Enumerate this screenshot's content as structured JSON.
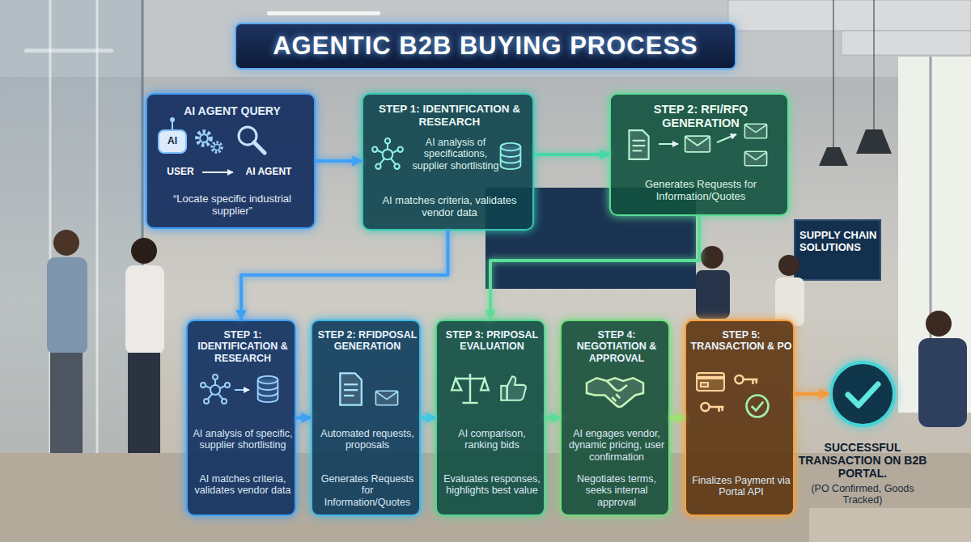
{
  "diagram": {
    "title": "AGENTIC B2B BUYING PROCESS",
    "nodes": [
      {
        "text": [
          "AI AGENT QUERY",
          "“Locate specific industrial supplier”"
        ]
      },
      {
        "text": [
          "STEP 1: IDENTIFICATION & RESEARCH",
          "AI analysis of specifications, supplier shortlisting",
          "AI matches criteria, validates vendor data"
        ]
      },
      {
        "text": [
          "STEP 2: RFI/RFQ GENERATION",
          "Generates Requests for Information/Quotes"
        ]
      },
      {
        "text": [
          "STEP 1: IDENTIFICATION & RESEARCH",
          "AI analysis of specific, supplier shortlisting",
          "AI matches criteria, validates vendor data"
        ]
      },
      {
        "text": [
          "STEP 2: RFIDPOSAL GENERATION",
          "Automated requests, proposals",
          "Generates Requests for Information/Quotes"
        ]
      },
      {
        "text": [
          "STEP 3: PRIPOSAL EVALUATION",
          "AI comparison, ranking bids",
          "Evaluates responses, highlights best value"
        ]
      },
      {
        "text": [
          "STEP 4: NEGOTIATION & APPROVAL",
          "AI engages vendor, dynamic pricing, user confirmation",
          "Negotiates terms, seeks internal approval"
        ]
      },
      {
        "text": [
          "STEP 5: TRANSACTION & PO",
          "Finalizes Payment via Portal API"
        ]
      },
      {
        "text": [
          "SUCCESSFUL TRANSACTION ON B2B PORTAL.",
          "(PO Confirmed, Goods Tracked)"
        ]
      }
    ],
    "edges": [
      {
        "from": 0,
        "to": 1,
        "arrow": "to"
      },
      {
        "from": 1,
        "to": 2,
        "arrow": "to"
      },
      {
        "from": 1,
        "to": 3,
        "arrow": "to"
      },
      {
        "from": 2,
        "to": 5,
        "arrow": "to"
      },
      {
        "from": 3,
        "to": 4,
        "arrow": "to"
      },
      {
        "from": 4,
        "to": 5,
        "arrow": "to"
      },
      {
        "from": 5,
        "to": 6,
        "arrow": "to"
      },
      {
        "from": 6,
        "to": 7,
        "arrow": "to"
      },
      {
        "from": 7,
        "to": 8,
        "arrow": "to"
      }
    ],
    "labels": [
      "AI",
      "USER",
      "AI AGENT",
      "SUPPLY CHAIN SOLUTIONS"
    ]
  }
}
